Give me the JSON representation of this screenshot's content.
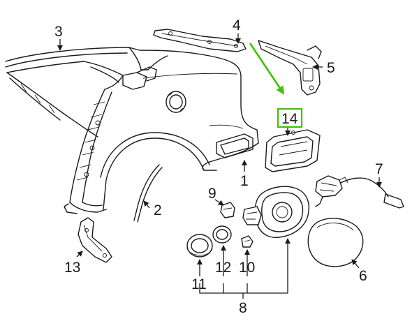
{
  "callouts": {
    "c1": "1",
    "c2": "2",
    "c3": "3",
    "c4": "4",
    "c5": "5",
    "c6": "6",
    "c7": "7",
    "c8": "8",
    "c9": "9",
    "c10": "10",
    "c11": "11",
    "c12": "12",
    "c13": "13",
    "c14": "14"
  },
  "highlight": {
    "part": "14",
    "color": "#3ec400"
  },
  "colors": {
    "line": "#1a1a1a",
    "background": "#ffffff",
    "highlight": "#3ec400"
  }
}
